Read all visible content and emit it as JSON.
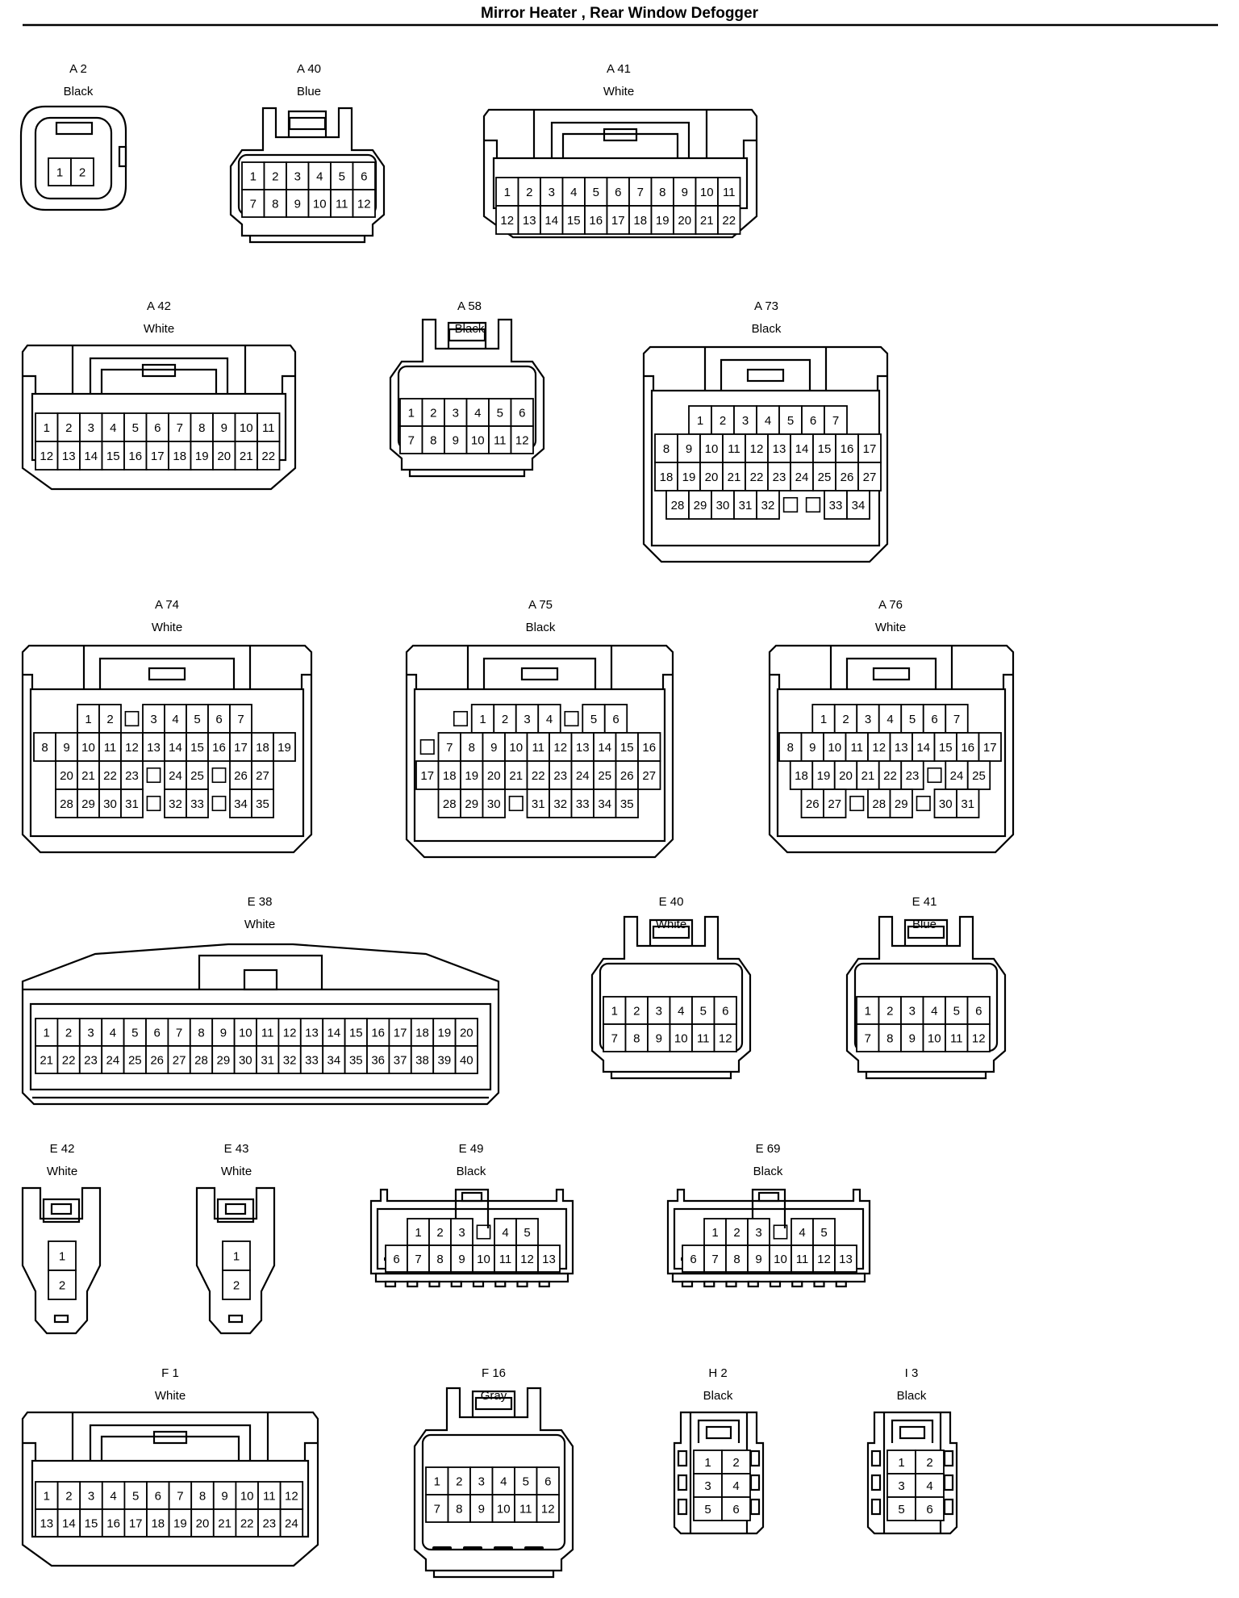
{
  "page": {
    "title": "Mirror Heater , Rear Window Defogger"
  },
  "connectors": [
    {
      "id": "A 2",
      "color": "Black",
      "rows": [
        [
          "1",
          "2"
        ]
      ]
    },
    {
      "id": "A 40",
      "color": "Blue",
      "rows": [
        [
          "1",
          "2",
          "3",
          "4",
          "5",
          "6"
        ],
        [
          "7",
          "8",
          "9",
          "10",
          "11",
          "12"
        ]
      ]
    },
    {
      "id": "A 41",
      "color": "White",
      "rows": [
        [
          "1",
          "2",
          "3",
          "4",
          "5",
          "6",
          "7",
          "8",
          "9",
          "10",
          "11"
        ],
        [
          "12",
          "13",
          "14",
          "15",
          "16",
          "17",
          "18",
          "19",
          "20",
          "21",
          "22"
        ]
      ]
    },
    {
      "id": "A 42",
      "color": "White",
      "rows": [
        [
          "1",
          "2",
          "3",
          "4",
          "5",
          "6",
          "7",
          "8",
          "9",
          "10",
          "11"
        ],
        [
          "12",
          "13",
          "14",
          "15",
          "16",
          "17",
          "18",
          "19",
          "20",
          "21",
          "22"
        ]
      ]
    },
    {
      "id": "A 58",
      "color": "Black",
      "rows": [
        [
          "1",
          "2",
          "3",
          "4",
          "5",
          "6"
        ],
        [
          "7",
          "8",
          "9",
          "10",
          "11",
          "12"
        ]
      ]
    },
    {
      "id": "A 73",
      "color": "Black",
      "rows": [
        [
          "1",
          "2",
          "3",
          "4",
          "5",
          "6",
          "7"
        ],
        [
          "8",
          "9",
          "10",
          "11",
          "12",
          "13",
          "14",
          "15",
          "16",
          "17"
        ],
        [
          "18",
          "19",
          "20",
          "21",
          "22",
          "23",
          "24",
          "25",
          "26",
          "27"
        ],
        [
          "28",
          "29",
          "30",
          "31",
          "32",
          "",
          "",
          "33",
          "34"
        ]
      ]
    },
    {
      "id": "A 74",
      "color": "White",
      "rows": [
        [
          "1",
          "2",
          "",
          "3",
          "4",
          "5",
          "6",
          "7"
        ],
        [
          "8",
          "9",
          "10",
          "11",
          "12",
          "13",
          "14",
          "15",
          "16",
          "17",
          "18",
          "19"
        ],
        [
          "20",
          "21",
          "22",
          "23",
          "",
          "24",
          "25",
          "",
          "26",
          "27"
        ],
        [
          "28",
          "29",
          "30",
          "31",
          "",
          "32",
          "33",
          "",
          "34",
          "35"
        ]
      ]
    },
    {
      "id": "A 75",
      "color": "Black",
      "rows": [
        [
          "",
          "1",
          "2",
          "3",
          "4",
          "",
          "5",
          "6"
        ],
        [
          "",
          "7",
          "8",
          "9",
          "10",
          "11",
          "12",
          "13",
          "14",
          "15",
          "16"
        ],
        [
          "17",
          "18",
          "19",
          "20",
          "21",
          "22",
          "23",
          "24",
          "25",
          "26",
          "27"
        ],
        [
          "28",
          "29",
          "30",
          "",
          "31",
          "32",
          "33",
          "34",
          "35"
        ]
      ]
    },
    {
      "id": "A 76",
      "color": "White",
      "rows": [
        [
          "1",
          "2",
          "3",
          "4",
          "5",
          "6",
          "7"
        ],
        [
          "8",
          "9",
          "10",
          "11",
          "12",
          "13",
          "14",
          "15",
          "16",
          "17"
        ],
        [
          "18",
          "19",
          "20",
          "21",
          "22",
          "23",
          "",
          "24",
          "25"
        ],
        [
          "26",
          "27",
          "",
          "28",
          "29",
          "",
          "30",
          "31"
        ]
      ]
    },
    {
      "id": "E 38",
      "color": "White",
      "rows": [
        [
          "1",
          "2",
          "3",
          "4",
          "5",
          "6",
          "7",
          "8",
          "9",
          "10",
          "11",
          "12",
          "13",
          "14",
          "15",
          "16",
          "17",
          "18",
          "19",
          "20"
        ],
        [
          "21",
          "22",
          "23",
          "24",
          "25",
          "26",
          "27",
          "28",
          "29",
          "30",
          "31",
          "32",
          "33",
          "34",
          "35",
          "36",
          "37",
          "38",
          "39",
          "40"
        ]
      ]
    },
    {
      "id": "E 40",
      "color": "White",
      "rows": [
        [
          "1",
          "2",
          "3",
          "4",
          "5",
          "6"
        ],
        [
          "7",
          "8",
          "9",
          "10",
          "11",
          "12"
        ]
      ]
    },
    {
      "id": "E 41",
      "color": "Blue",
      "rows": [
        [
          "1",
          "2",
          "3",
          "4",
          "5",
          "6"
        ],
        [
          "7",
          "8",
          "9",
          "10",
          "11",
          "12"
        ]
      ]
    },
    {
      "id": "E 42",
      "color": "White",
      "rows": [
        [
          "1"
        ],
        [
          "2"
        ]
      ]
    },
    {
      "id": "E 43",
      "color": "White",
      "rows": [
        [
          "1"
        ],
        [
          "2"
        ]
      ]
    },
    {
      "id": "E 49",
      "color": "Black",
      "rows": [
        [
          "1",
          "2",
          "3",
          "",
          "4",
          "5"
        ],
        [
          "6",
          "7",
          "8",
          "9",
          "10",
          "11",
          "12",
          "13"
        ]
      ]
    },
    {
      "id": "E 69",
      "color": "Black",
      "rows": [
        [
          "1",
          "2",
          "3",
          "",
          "4",
          "5"
        ],
        [
          "6",
          "7",
          "8",
          "9",
          "10",
          "11",
          "12",
          "13"
        ]
      ]
    },
    {
      "id": "F 1",
      "color": "White",
      "rows": [
        [
          "1",
          "2",
          "3",
          "4",
          "5",
          "6",
          "7",
          "8",
          "9",
          "10",
          "11",
          "12"
        ],
        [
          "13",
          "14",
          "15",
          "16",
          "17",
          "18",
          "19",
          "20",
          "21",
          "22",
          "23",
          "24"
        ]
      ]
    },
    {
      "id": "F 16",
      "color": "Gray",
      "rows": [
        [
          "1",
          "2",
          "3",
          "4",
          "5",
          "6"
        ],
        [
          "7",
          "8",
          "9",
          "10",
          "11",
          "12"
        ]
      ]
    },
    {
      "id": "H 2",
      "color": "Black",
      "rows": [
        [
          "1",
          "2"
        ],
        [
          "3",
          "4"
        ],
        [
          "5",
          "6"
        ]
      ]
    },
    {
      "id": "I 3",
      "color": "Black",
      "rows": [
        [
          "1",
          "2"
        ],
        [
          "3",
          "4"
        ],
        [
          "5",
          "6"
        ]
      ]
    }
  ]
}
